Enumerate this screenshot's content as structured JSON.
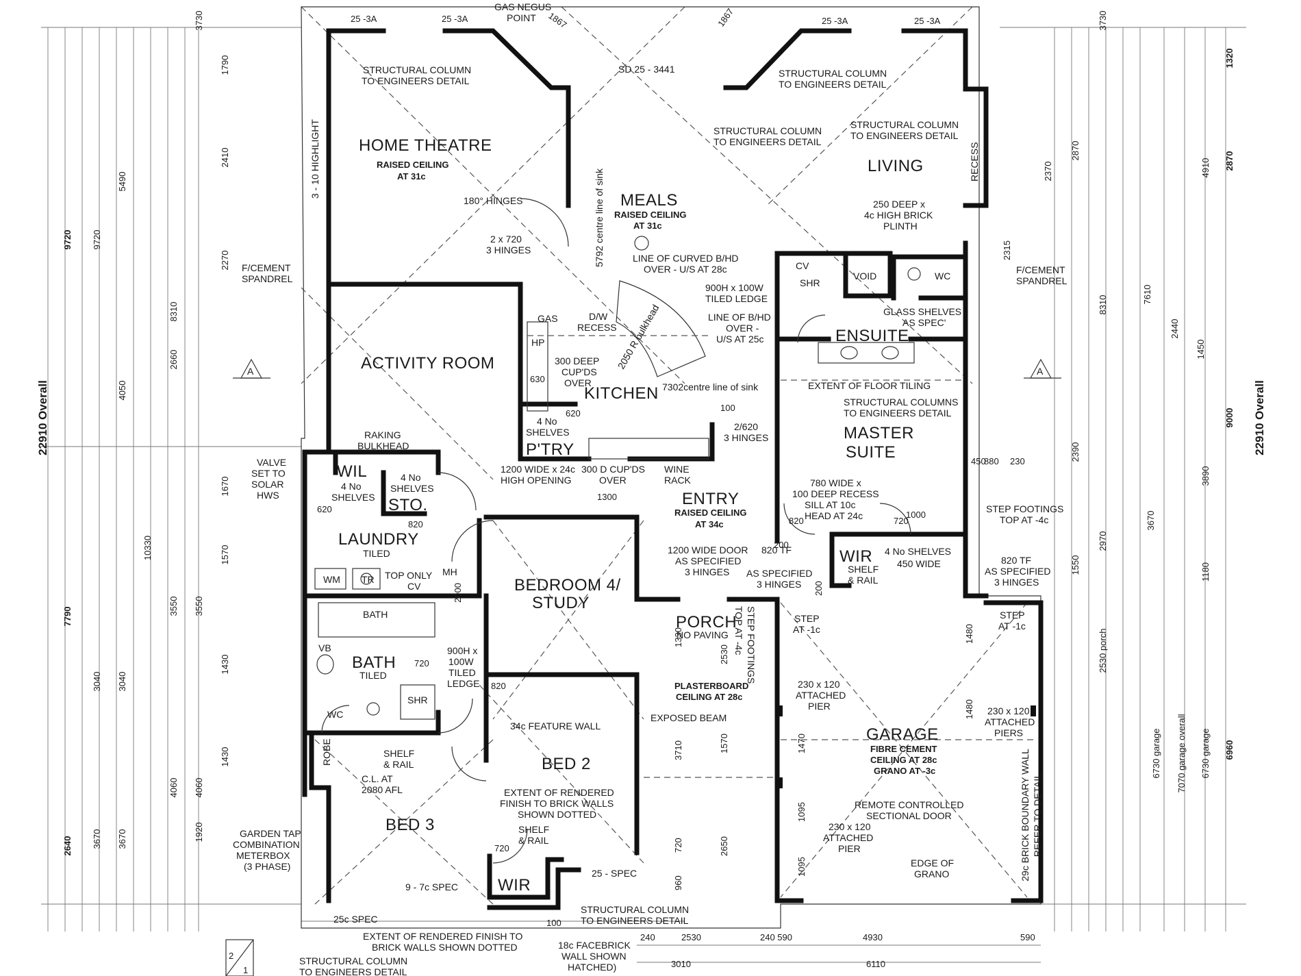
{
  "overall": {
    "left": "22910 Overall",
    "right": "22910 Overall"
  },
  "rooms": {
    "home_theatre": "HOME THEATRE",
    "home_theatre_sub1": "RAISED CEILING",
    "home_theatre_sub2": "AT 31c",
    "meals": "MEALS",
    "meals_sub1": "RAISED CEILING",
    "meals_sub2": "AT 31c",
    "living": "LIVING",
    "activity": "ACTIVITY ROOM",
    "kitchen": "KITCHEN",
    "ensuite": "ENSUITE",
    "master1": "MASTER",
    "master2": "SUITE",
    "entry": "ENTRY",
    "entry_sub1": "RAISED CEILING",
    "entry_sub2": "AT 34c",
    "wil": "WIL",
    "sto": "STO.",
    "laundry": "LAUNDRY",
    "laundry_sub": "TILED",
    "bedroom4a": "BEDROOM 4/",
    "bedroom4b": "STUDY",
    "porch": "PORCH",
    "porch_sub": "NO PAVING",
    "wir_master": "WIR",
    "bath": "BATH",
    "bath_sub": "TILED",
    "bed2": "BED 2",
    "bed3": "BED 3",
    "wir_bed2": "WIR",
    "garage": "GARAGE",
    "garage_sub1": "FIBRE CEMENT",
    "garage_sub2": "CEILING AT 28c",
    "garage_sub3": "GRANO AT -3c",
    "ptry": "P'TRY",
    "shr": "SHR",
    "void": "VOID",
    "wc": "WC",
    "cv": "CV"
  },
  "notes": {
    "gas_negus1": "GAS NEGUS",
    "gas_negus2": "POINT",
    "sc1a": "STRUCTURAL COLUMN",
    "sc1b": "TO ENGINEERS DETAIL",
    "sc2a": "STRUCTURAL COLUMN",
    "sc2b": "TO ENGINEERS DETAIL",
    "sc3a": "STRUCTURAL COLUMN",
    "sc3b": "TO ENGINEERS DETAIL",
    "sc4a": "STRUCTURAL COLUMN",
    "sc4b": "TO ENGINEERS DETAIL",
    "sd": "SD 25 - 3441",
    "hinges180": "180° HINGES",
    "hinges2x720a": "2 x 720",
    "hinges2x720b": "3 HINGES",
    "highlight": "3 - 10 HIGHLIGHT",
    "centre_sink1": "5792 centre line of sink",
    "centre_sink2": "7302centre line of sink",
    "curved1": "LINE OF CURVED B/HD",
    "curved2": "OVER - U/S AT 28c",
    "ledge1": "900H x 100W",
    "ledge2": "TILED LEDGE",
    "bhd1": "LINE OF  B/HD",
    "bhd2": "OVER -",
    "bhd3": "U/S AT 25c",
    "plinth1": "250 DEEP x",
    "plinth2": "4c HIGH BRICK",
    "plinth3": "PLINTH",
    "recess": "RECESS",
    "fcement1a": "F/CEMENT",
    "fcement1b": "SPANDREL",
    "fcement2a": "F/CEMENT",
    "fcement2b": "SPANDREL",
    "glass1": "GLASS SHELVES",
    "glass2": "AS SPEC'",
    "dw1": "D/W",
    "dw2": "RECESS",
    "gas": "GAS",
    "hp": "HP",
    "cupds1": "300 DEEP",
    "cupds2": "CUP'DS",
    "cupds3": "OVER",
    "bulkhead": "2050 R bulkhead",
    "floor_tiling": "EXTENT OF FLOOR TILING",
    "scs1": "STRUCTURAL COLUMNS",
    "scs2": "TO ENGINEERS DETAIL",
    "shelves4a": "4 No",
    "shelves4b": "SHELVES",
    "raking1": "RAKING",
    "raking2": "BULKHEAD",
    "valve1": "VALVE",
    "valve2": "SET TO",
    "valve3": "SOLAR",
    "valve4": "HWS",
    "open1": "1200 WIDE x 24c",
    "open2": "HIGH OPENING",
    "dcup1": "300 D CUP'DS",
    "dcup2": "OVER",
    "wine1": "WINE",
    "wine2": "RACK",
    "h2620a": "2/620",
    "h2620b": "3 HINGES",
    "recess780a": "780 WIDE x",
    "recess780b": "100 DEEP RECESS",
    "recess780c": "SILL AT  10c",
    "recess780d": "HEAD AT 24c",
    "stepf1": "STEP FOOTINGS",
    "stepf2": "TOP AT -4c",
    "door1200a": "1200 WIDE DOOR",
    "door1200b": "AS SPECIFIED",
    "door1200c": "3 HINGES",
    "tf820a": "820 TF",
    "tf820b": "AS SPECIFIED",
    "tf820c": "3 HINGES",
    "tf820d": "820 TF",
    "tf820e": "AS SPECIFIED",
    "tf820f": "3 HINGES",
    "wir_shelves1": "4 No SHELVES",
    "wir_shelves2": "450 WIDE",
    "shelf_rail1": "SHELF",
    "shelf_rail2": "& RAIL",
    "wm": "WM",
    "tr": "TR",
    "toponly1": "TOP ONLY",
    "toponly2": "CV",
    "mh": "MH",
    "bath_tub": "BATH",
    "vb": "VB",
    "ledge900a": "900H x",
    "ledge900b": "100W",
    "ledge900c": "TILED",
    "ledge900d": "LEDGE",
    "feature": "34c FEATURE WALL",
    "render1": "EXTENT OF RENDERED",
    "render2": "FINISH TO BRICK WALLS",
    "render3": "SHOWN DOTTED",
    "porch_step_a": "STEP FOOTINGS",
    "porch_step_b": "TOP AT -4c",
    "plaster1": "PLASTERBOARD",
    "plaster2": "CEILING AT 28c",
    "beam": "EXPOSED BEAM",
    "step1": "STEP",
    "step1b": "AT -1c",
    "step2": "STEP",
    "step2b": "AT -1c",
    "pier1": "230 x 120",
    "pier2": "ATTACHED",
    "pier3": "PIER",
    "piers1": "230 x 120",
    "piers2": "ATTACHED",
    "piers3": "PIERS",
    "pier4": "230 x 120",
    "pier5": "ATTACHED",
    "pier6": "PIER",
    "remote1": "REMOTE CONTROLLED",
    "remote2": "SECTIONAL DOOR",
    "edge1": "EDGE OF",
    "edge2": "GRANO",
    "boundary1": "29c BRICK BOUNDARY WALL",
    "boundary2": "REFER TO DETAIL",
    "garden1": "GARDEN TAP",
    "garden2": "COMBINATION",
    "garden3": "METERBOX",
    "garden4": "(3 PHASE)",
    "robe": "ROBE",
    "cl1": "C.L. AT",
    "cl2": "2080 AFL",
    "spec9": "9 - 7c SPEC",
    "spec25": "25c SPEC",
    "spec25b": "25 - SPEC",
    "render_b1": "EXTENT OF RENDERED FINISH TO",
    "render_b2": "BRICK WALLS SHOWN DOTTED",
    "sc5a": "STRUCTURAL COLUMN",
    "sc5b": "TO ENGINEERS DETAIL",
    "sc6a": "STRUCTURAL COLUMN",
    "sc6b": "TO ENGINEERS DETAIL",
    "facebrick1": "18c FACEBRICK",
    "facebrick2": "WALL SHOWN",
    "facebrick3": "HATCHED)",
    "porch_dim": "2530 porch",
    "garage_dim1": "6730 garage",
    "garage_dim2": "7070 garage overall",
    "garage_dim3": "6730 garage"
  },
  "dims": {
    "top1": "25 -3A",
    "top2": "25 -3A",
    "top3": "25 -3A",
    "top4": "25 -3A",
    "top5": "1867",
    "top6": "1867",
    "l_9720a": "9720",
    "l_9720b": "9720",
    "l_7790": "7790",
    "l_2640": "2640",
    "l_10330": "10330",
    "l_3730": "3730",
    "l_5490": "5490",
    "l_4050": "4050",
    "l_3550a": "3550",
    "l_3550b": "3550",
    "l_4060a": "4060",
    "l_4060b": "4060",
    "l_3040a": "3040",
    "l_3040b": "3040",
    "l_3670a": "3670",
    "l_3670b": "3670",
    "l_8310": "8310",
    "l_2660": "2660",
    "l_2410": "2410",
    "l_1790": "1790",
    "l_2270": "2270",
    "l_1570": "1570",
    "l_1670": "1670",
    "l_1920": "1920",
    "l_1430a": "1430",
    "l_1430b": "1430",
    "r_1320": "1320",
    "r_2870": "2870",
    "r_9000": "9000",
    "r_6960": "6960",
    "r_3730": "3730",
    "r_8310": "8310",
    "r_7610": "7610",
    "r_4910": "4910",
    "r_2370": "2370",
    "r_2390": "2390",
    "r_3890": "3890",
    "r_3670": "3670",
    "r_2970": "2970",
    "r_1550": "1550",
    "r_2440": "2440",
    "r_1450": "1450",
    "r_1180": "1180",
    "b_240a": "240",
    "b_2530": "2530",
    "b_240b": "240 590",
    "b_4930": "4930",
    "b_590": "590",
    "b_3010": "3010",
    "b_6110": "6110",
    "k_1300": "1300",
    "k_880": "880",
    "k_230": "230",
    "k_450": "450",
    "k_1000": "1000",
    "k_720a": "720",
    "k_820a": "820",
    "k_820b": "820",
    "k_820c": "820",
    "k_720b": "720",
    "k_720c": "720",
    "k_620a": "620",
    "k_620b": "620",
    "k_630": "630",
    "k_100a": "100",
    "k_100b": "100",
    "k_2000": "2000",
    "k_2315": "2315",
    "k_200a": "200",
    "k_200b": "200",
    "g_1480a": "1480",
    "g_1480b": "1480",
    "g_1470": "1470",
    "g_1095a": "1095",
    "g_1095b": "1095",
    "p_3710": "3710",
    "p_1570": "1570",
    "p_1330": "1330",
    "p_2530": "2530",
    "p_2650": "2650",
    "p_720": "720",
    "p_960": "960"
  },
  "section_marker": "A",
  "sheet_tag1": "2",
  "sheet_tag2": "1"
}
